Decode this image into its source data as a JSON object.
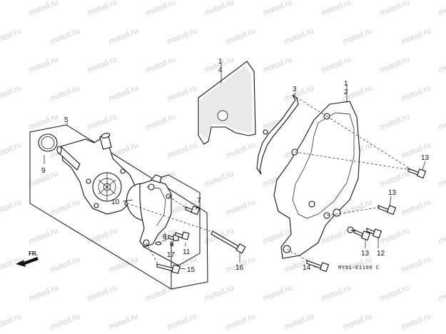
{
  "diagram": {
    "watermark_text": "motod.ru",
    "reference_code": "MY91-E1100 C",
    "direction_label": "FR.",
    "callouts": {
      "c1a": "1",
      "c4": "4",
      "c3": "3",
      "c1b": "1",
      "c2": "2",
      "c5": "5",
      "c9": "9",
      "c13a": "13",
      "c13b": "13",
      "c10": "10",
      "c7": "7",
      "c6": "6",
      "c8": "8",
      "c17": "17",
      "c11": "11",
      "c15": "15",
      "c16": "16",
      "c13c": "13",
      "c12": "12",
      "c14": "14"
    }
  }
}
